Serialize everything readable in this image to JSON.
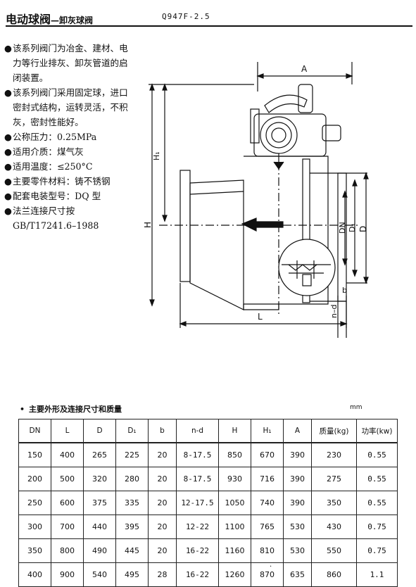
{
  "header": {
    "title": "电动球阀",
    "subtitle": "—卸灰球阀",
    "model": "Q947F-2.5"
  },
  "features": [
    "该系列阀门为冶金、建材、电力等行业排灰、卸灰管道的启闭装置。",
    "该系列阀门采用固定球，进口密封式结构，运转灵活，不积灰，密封性能好。",
    "公称压力：0.25MPa",
    "适用介质：煤气灰",
    "适用温度：≤250°C",
    "主要零件材料：铸不锈钢",
    "配套电装型号：DQ 型",
    "法兰连接尺寸按 GB/T17241.6–1988"
  ],
  "drawing_labels": {
    "A": "A",
    "H": "H",
    "H1": "H₁",
    "DN": "DN",
    "D1": "D₁",
    "D": "D",
    "b": "b",
    "nd": "n–d",
    "L": "L"
  },
  "table": {
    "caption": "主要外形及连接尺寸和质量",
    "unit": "mm",
    "headers": [
      "DN",
      "L",
      "D",
      "D₁",
      "b",
      "n-d",
      "H",
      "H₁",
      "A",
      "质量(kg)",
      "功率(kw)"
    ],
    "rows": [
      [
        "150",
        "400",
        "265",
        "225",
        "20",
        "8-17.5",
        "850",
        "670",
        "390",
        "230",
        "0.55"
      ],
      [
        "200",
        "500",
        "320",
        "280",
        "20",
        "8-17.5",
        "930",
        "716",
        "390",
        "275",
        "0.55"
      ],
      [
        "250",
        "600",
        "375",
        "335",
        "20",
        "12-17.5",
        "1050",
        "740",
        "390",
        "350",
        "0.55"
      ],
      [
        "300",
        "700",
        "440",
        "395",
        "20",
        "12-22",
        "1100",
        "765",
        "530",
        "430",
        "0.75"
      ],
      [
        "350",
        "800",
        "490",
        "445",
        "20",
        "16-22",
        "1160",
        "810",
        "530",
        "550",
        "0.75"
      ],
      [
        "400",
        "900",
        "540",
        "495",
        "28",
        "16-22",
        "1260",
        "870",
        "635",
        "860",
        "1.1"
      ]
    ]
  }
}
